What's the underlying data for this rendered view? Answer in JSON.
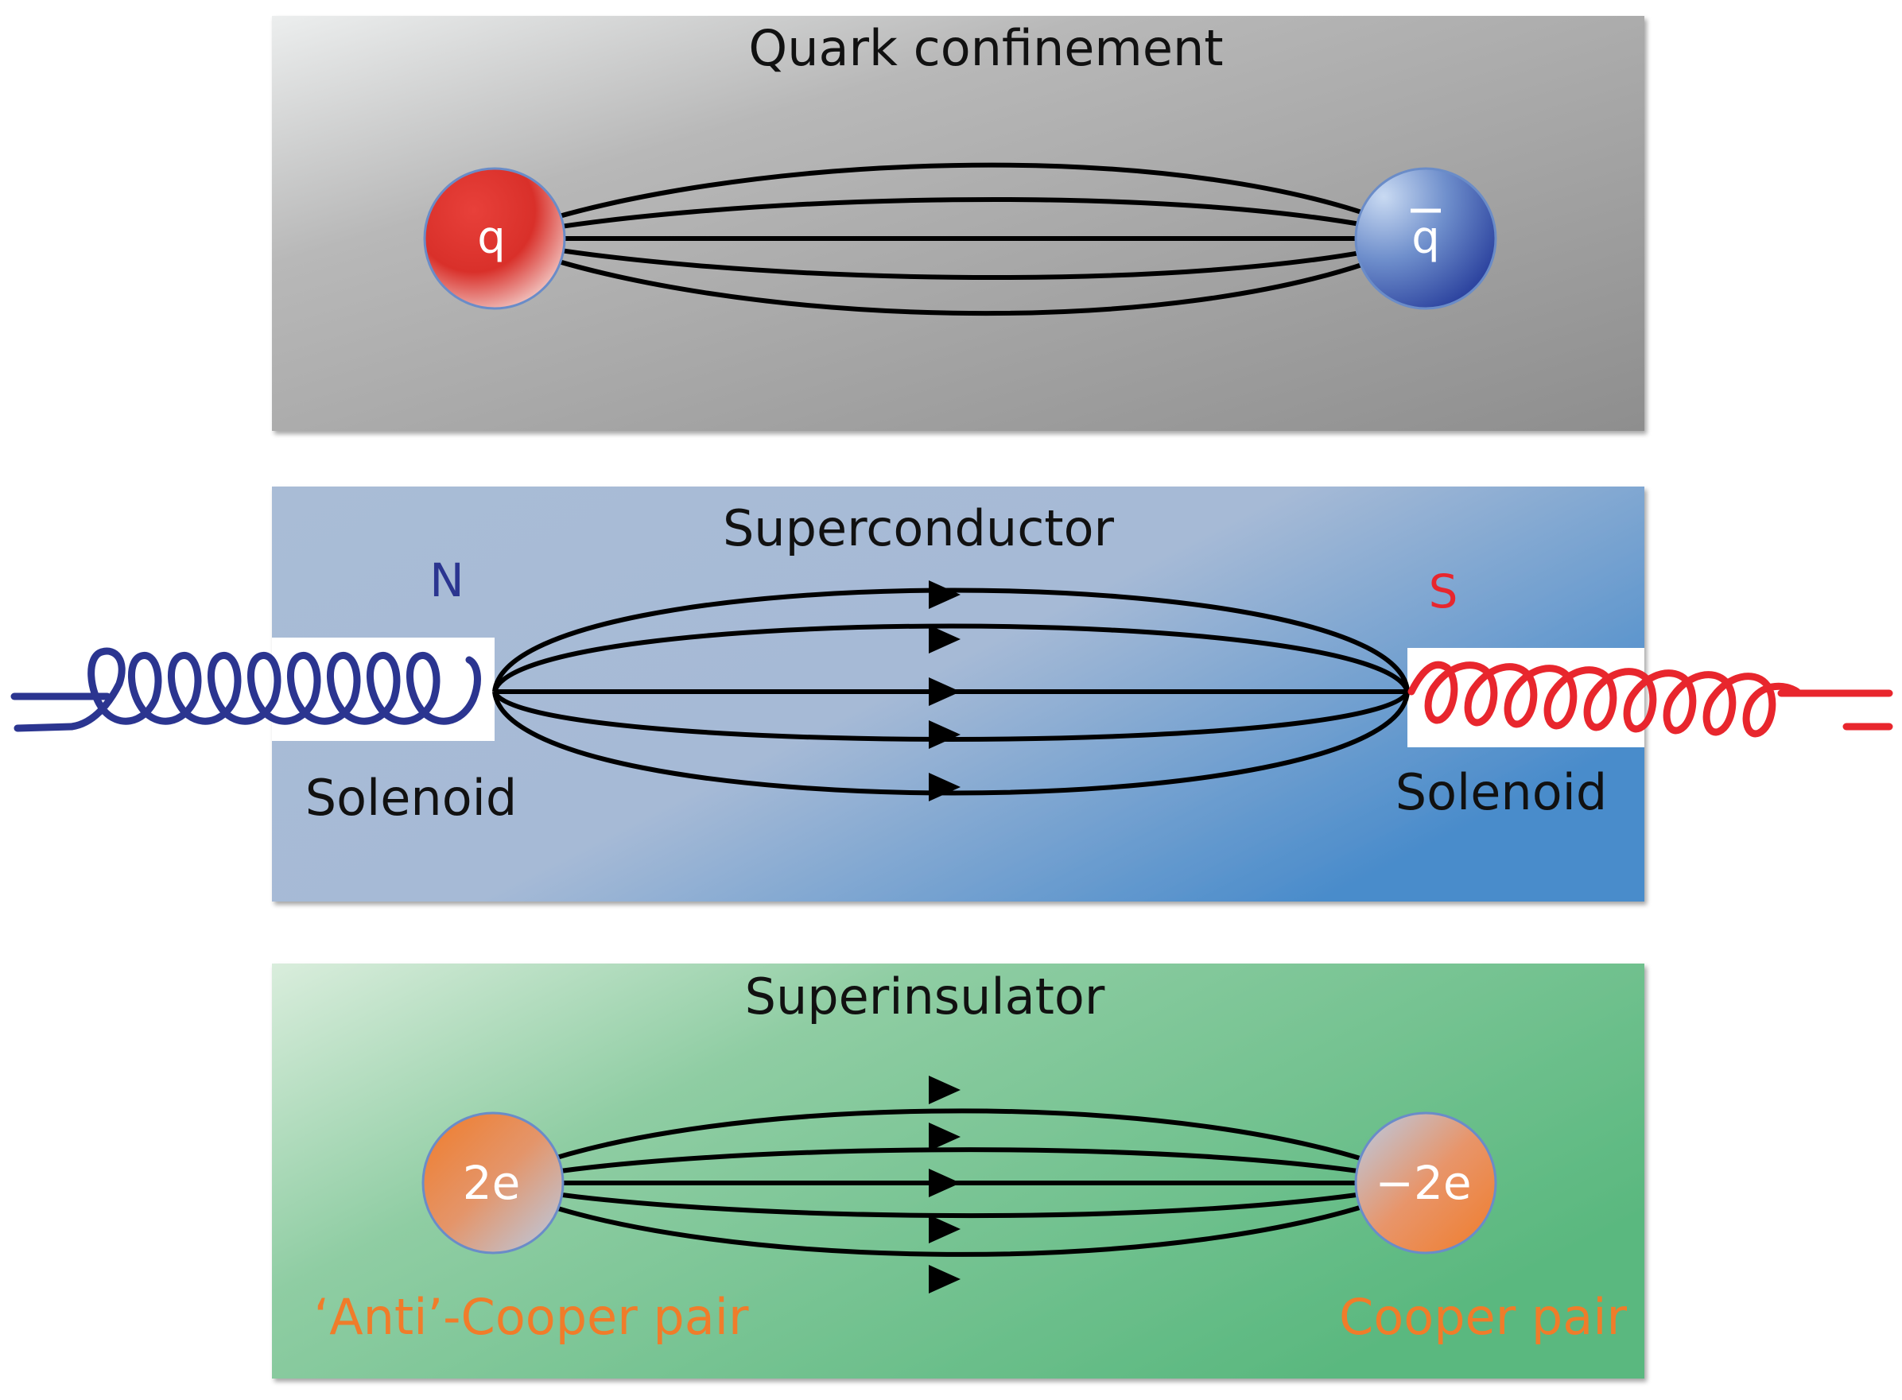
{
  "panels": {
    "quark": {
      "title": "Quark confinement",
      "left_particle": "q",
      "right_particle": "q",
      "colors": {
        "left": "#e03128",
        "right": "#2f47a0",
        "background": "#9a9a9a"
      }
    },
    "superconductor": {
      "title": "Superconductor",
      "left_pole": "N",
      "right_pole": "S",
      "left_label": "Solenoid",
      "right_label": "Solenoid",
      "colors": {
        "left_coil": "#2b3590",
        "right_coil": "#e8262d",
        "background": "#a9bcd6",
        "accent": "#4a8ccb"
      }
    },
    "superinsulator": {
      "title": "Superinsulator",
      "left_particle": "2e",
      "right_particle": "−2e",
      "left_label": "‘Anti’-Cooper pair",
      "right_label": "Cooper pair",
      "colors": {
        "charge": "#f07c2a",
        "background": "#5ab87f",
        "label": "#f07c2a"
      }
    }
  }
}
